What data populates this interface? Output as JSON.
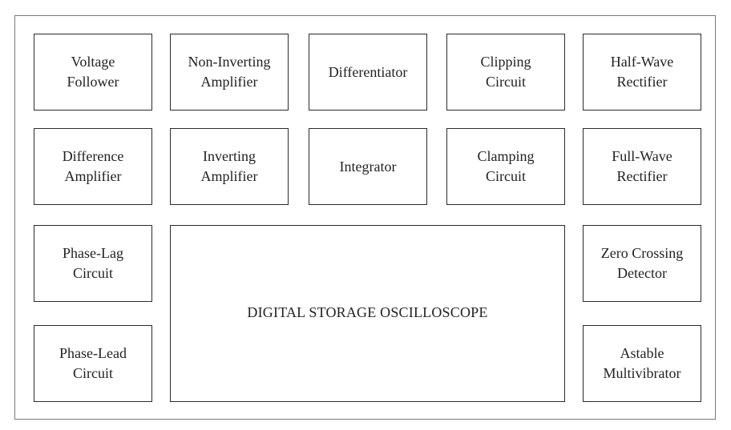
{
  "blocks": {
    "voltage_follower": "Voltage\nFollower",
    "non_inverting_amplifier": "Non-Inverting\nAmplifier",
    "differentiator": "Differentiator",
    "clipping_circuit": "Clipping\nCircuit",
    "half_wave_rectifier": "Half-Wave\nRectifier",
    "difference_amplifier": "Difference\nAmplifier",
    "inverting_amplifier": "Inverting\nAmplifier",
    "integrator": "Integrator",
    "clamping_circuit": "Clamping\nCircuit",
    "full_wave_rectifier": "Full-Wave\nRectifier",
    "phase_lag_circuit": "Phase-Lag\nCircuit",
    "phase_lead_circuit": "Phase-Lead\nCircuit",
    "zero_crossing_detector": "Zero Crossing\nDetector",
    "astable_multivibrator": "Astable\nMultivibrator",
    "digital_storage_oscilloscope": "DIGITAL STORAGE OSCILLOSCOPE"
  }
}
